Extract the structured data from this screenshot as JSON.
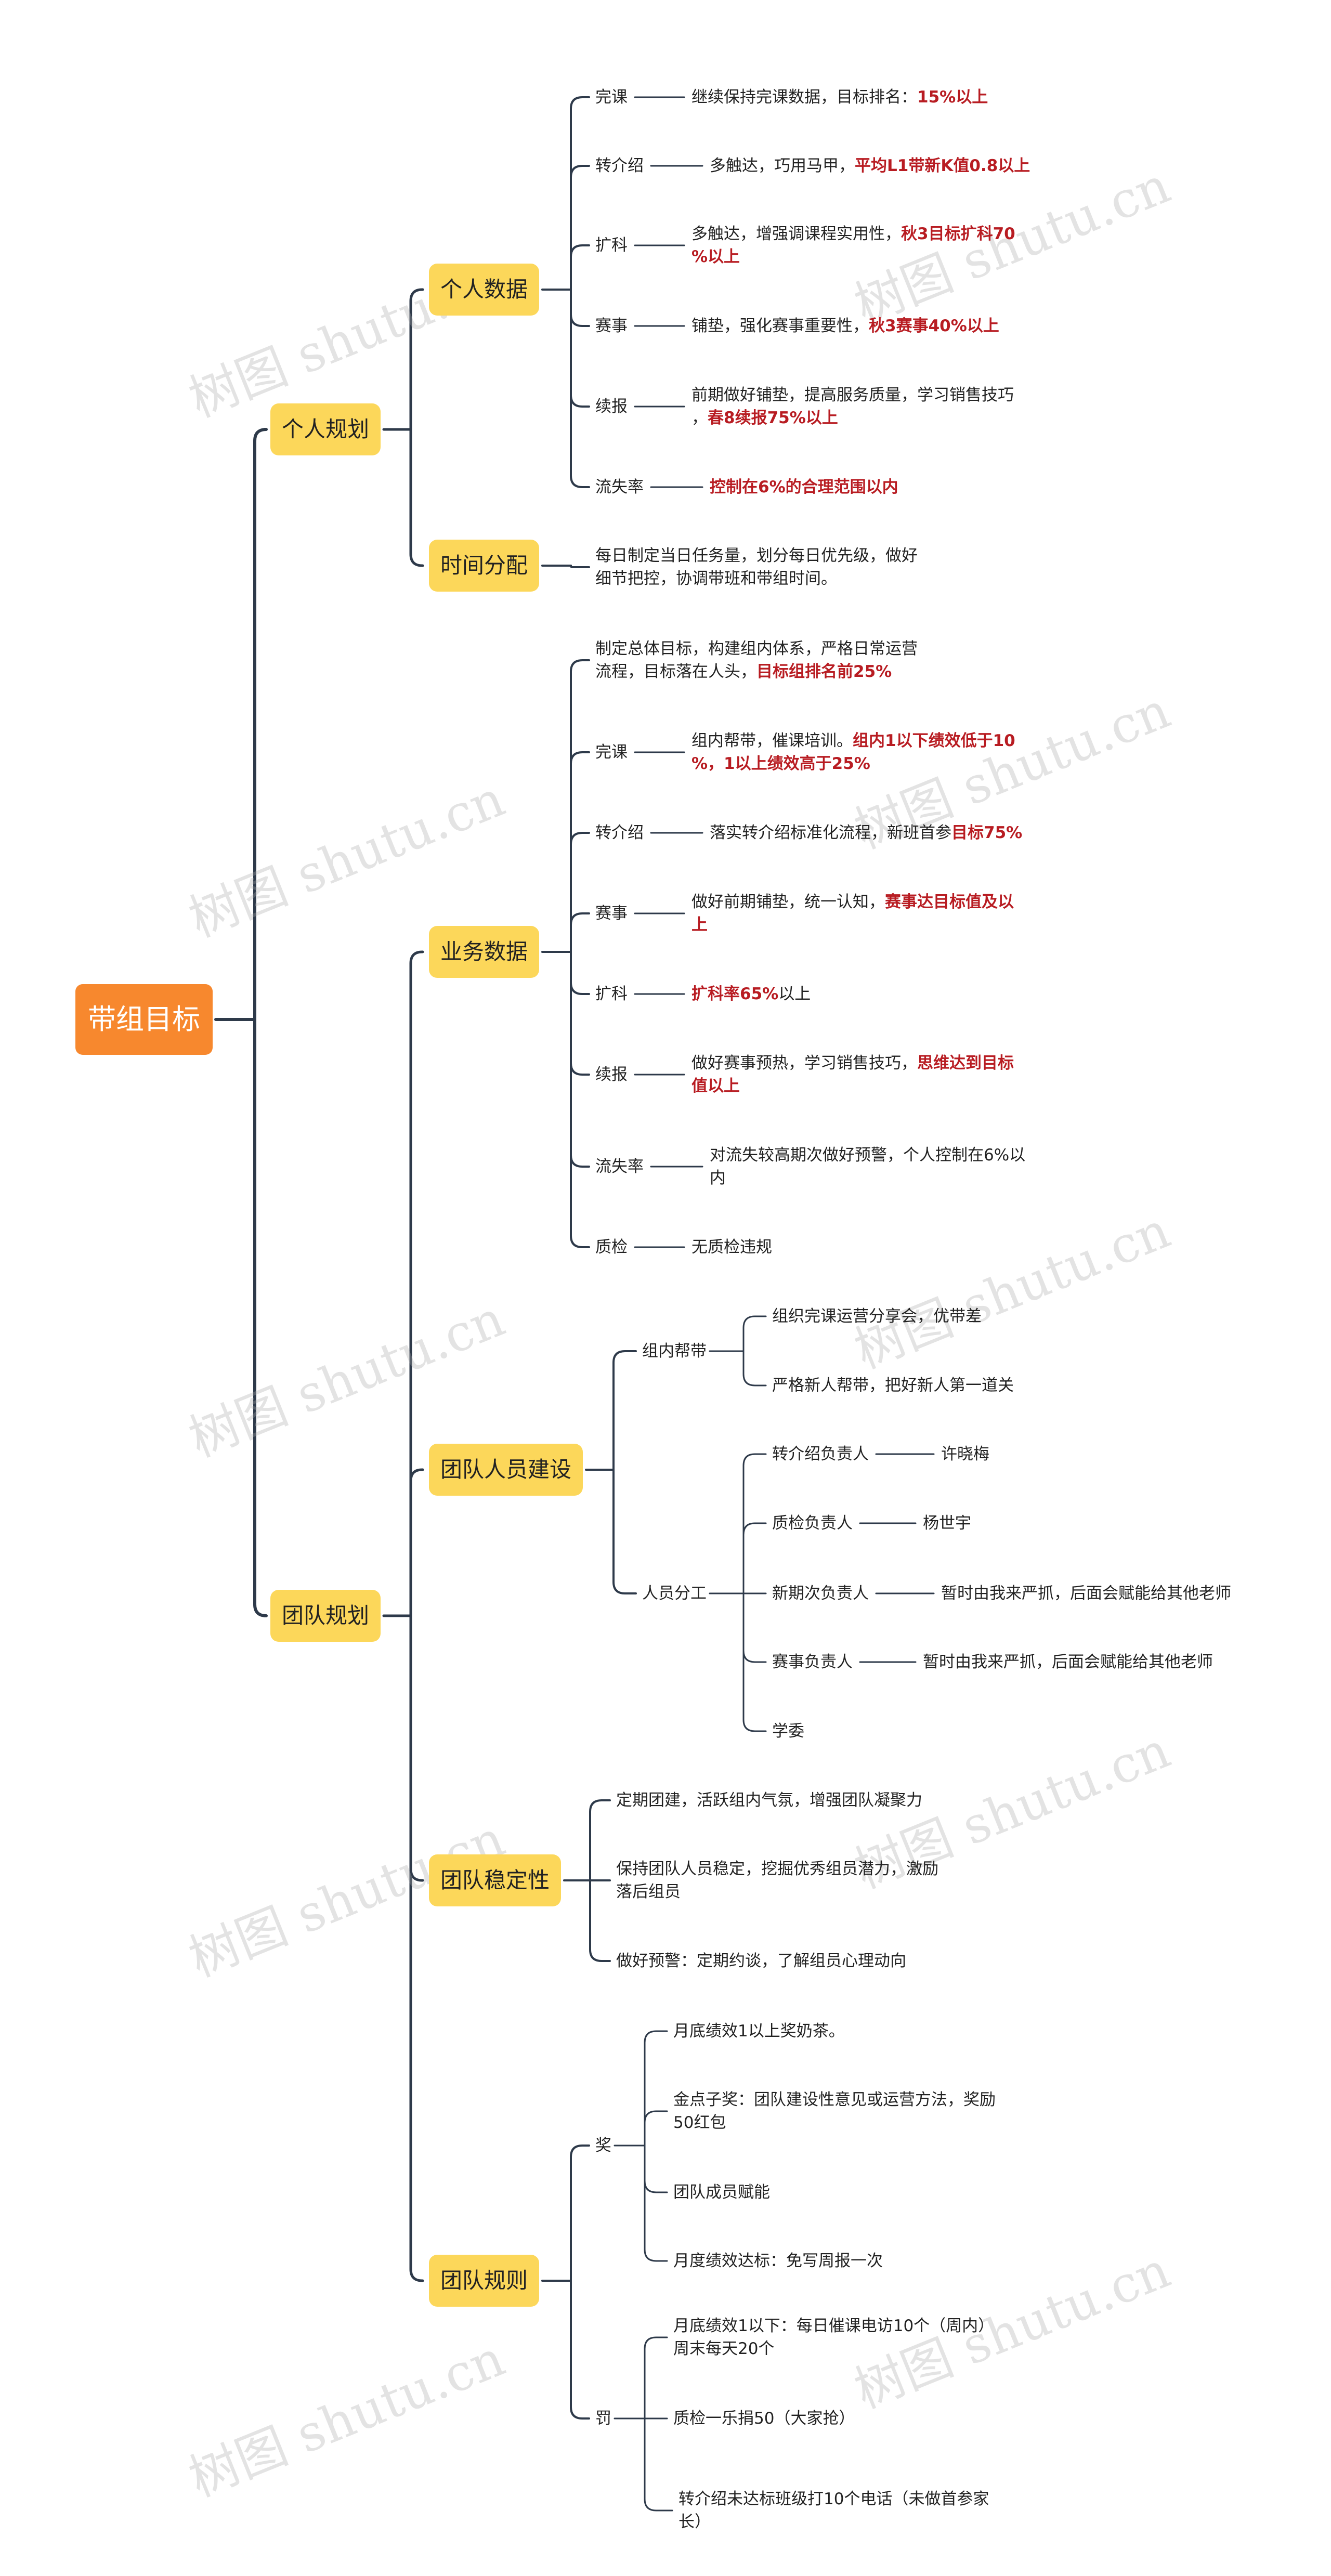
{
  "root": "带组目标",
  "branches": {
    "personal": {
      "label": "个人规划",
      "data": {
        "label": "个人数据",
        "items": {
          "wanke": {
            "label": "完课",
            "desc": "继续保持完课数据，目标排名：",
            "hl": "15%以上"
          },
          "zhuanjieshao": {
            "label": "转介绍",
            "desc": "多触达，巧用马甲，",
            "hl": "平均L1带新K值0.8以上"
          },
          "kuoke": {
            "label": "扩科",
            "desc1": "多触达，增强调课程实用性，",
            "hl1": "秋3目标扩科70",
            "hl2": "%以上"
          },
          "saishi": {
            "label": "赛事",
            "desc": "铺垫，强化赛事重要性，",
            "hl": "秋3赛事40%以上"
          },
          "xubao": {
            "label": "续报",
            "desc1": "前期做好铺垫，提高服务质量，学习销售技巧",
            "desc2": "，",
            "hl2": "春8续报75%以上"
          },
          "liushi": {
            "label": "流失率",
            "hl": "控制在6%的合理范围以内"
          }
        }
      },
      "time": {
        "label": "时间分配",
        "line1": "每日制定当日任务量，划分每日优先级，做好",
        "line2": "细节把控，协调带班和带组时间。"
      }
    },
    "team": {
      "label": "团队规划",
      "business": {
        "label": "业务数据",
        "overall": {
          "line1": "制定总体目标，构建组内体系，严格日常运营",
          "line2": "流程，目标落在人头，",
          "hl2": "目标组排名前25%"
        },
        "items": {
          "wanke": {
            "label": "完课",
            "desc1": "组内帮带，催课培训。",
            "hl1": "组内1以下绩效低于10",
            "hl2": "%，1以上绩效高于25%"
          },
          "zhuanjieshao": {
            "label": "转介绍",
            "desc": "落实转介绍标准化流程，新班首参",
            "hl": "目标75%"
          },
          "saishi": {
            "label": "赛事",
            "desc1": "做好前期铺垫，统一认知，",
            "hl1": "赛事达目标值及以",
            "hl2": "上"
          },
          "kuoke": {
            "label": "扩科",
            "hl": "扩科率65%",
            "desc": "以上"
          },
          "xubao": {
            "label": "续报",
            "desc1": "做好赛事预热，学习销售技巧，",
            "hl1": "思维达到目标",
            "hl2": "值以上"
          },
          "liushi": {
            "label": "流失率",
            "line1": "对流失较高期次做好预警，个人控制在6%以",
            "line2": "内"
          },
          "zhijian": {
            "label": "质检",
            "desc": "无质检违规"
          }
        }
      },
      "building": {
        "label": "团队人员建设",
        "help": {
          "label": "组内帮带",
          "item1": "组织完课运营分享会，优带差",
          "item2": "严格新人帮带，把好新人第一道关"
        },
        "roles": {
          "label": "人员分工",
          "r1": {
            "label": "转介绍负责人",
            "value": "许晓梅"
          },
          "r2": {
            "label": "质检负责人",
            "value": "杨世宇"
          },
          "r3": {
            "label": "新期次负责人",
            "value": "暂时由我来严抓，后面会赋能给其他老师"
          },
          "r4": {
            "label": "赛事负责人",
            "value": "暂时由我来严抓，后面会赋能给其他老师"
          },
          "r5": {
            "label": "学委"
          }
        }
      },
      "stability": {
        "label": "团队稳定性",
        "item1": "定期团建，活跃组内气氛，增强团队凝聚力",
        "item2a": "保持团队人员稳定，挖掘优秀组员潜力，激励",
        "item2b": "落后组员",
        "item3": "做好预警：定期约谈，了解组员心理动向"
      },
      "rules": {
        "label": "团队规则",
        "reward": {
          "label": "奖",
          "item1": "月底绩效1以上奖奶茶。",
          "item2a": "金点子奖：团队建设性意见或运营方法，奖励",
          "item2b": "50红包",
          "item3": "团队成员赋能",
          "item4": "月度绩效达标：免写周报一次"
        },
        "penalty": {
          "label": "罚",
          "item1a": "月底绩效1以下：每日催课电访10个（周内）",
          "item1b": "周末每天20个",
          "item2": "质检一乐捐50（大家抢）",
          "item3a": "转介绍未达标班级打10个电话（未做首参家",
          "item3b": "长）"
        }
      }
    }
  },
  "watermark": "树图 shutu.cn",
  "colors": {
    "root": "#F7882E",
    "branch": "#FCD75A",
    "highlight": "#B81C22",
    "line": "#2E3A4A"
  }
}
